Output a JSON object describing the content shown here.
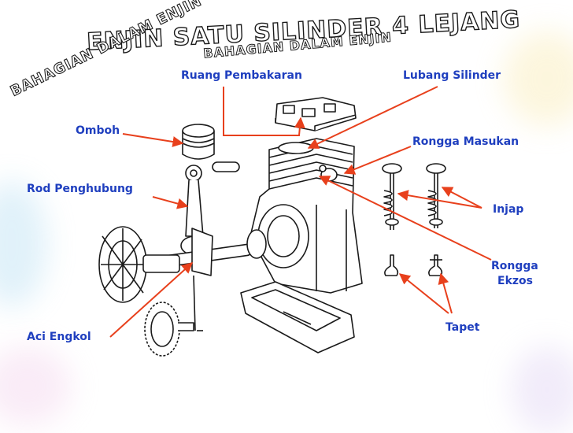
{
  "titles": {
    "main": "ENJIN SATU SILINDER 4 LEJANG",
    "sub_left": "BAHAGIAN DALAM ENJIN",
    "sub_right": "BAHAGIAN DALAM ENJIN"
  },
  "labels": {
    "ruang_pembakaran": "Ruang Pembakaran",
    "lubang_silinder": "Lubang Silinder",
    "omboh": "Omboh",
    "rongga_masukan": "Rongga Masukan",
    "rod_penghubung": "Rod Penghubung",
    "injap": "Injap",
    "rongga_ekzos_line1": "Rongga",
    "rongga_ekzos_line2": "Ekzos",
    "tapet": "Tapet",
    "aci_engkol": "Aci Engkol"
  },
  "colors": {
    "label_text": "#1f3fbf",
    "pointer_arrow": "#e8401c",
    "line_art": "#1a1a1a"
  }
}
